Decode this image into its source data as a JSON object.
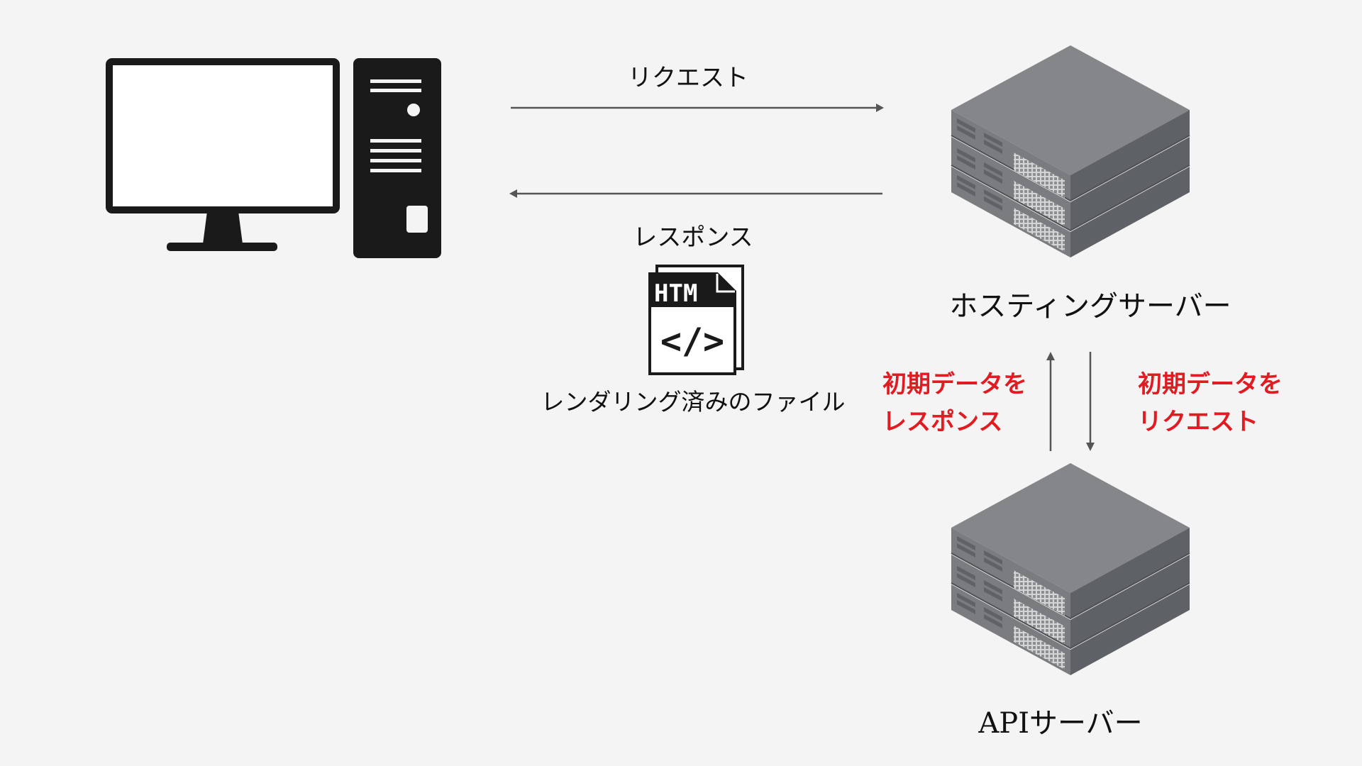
{
  "arrows": {
    "request_label": "リクエスト",
    "response_label": "レスポンス"
  },
  "file": {
    "badge_text": "HTM",
    "code_glyph": "</>",
    "caption": "レンダリング済みのファイル"
  },
  "hosting_server": {
    "label": "ホスティングサーバー"
  },
  "api_server": {
    "label": "APIサーバー"
  },
  "api_exchange": {
    "left_line1": "初期データを",
    "left_line2": "レスポンス",
    "right_line1": "初期データを",
    "right_line2": "リクエスト"
  },
  "colors": {
    "background": "#f4f4f4",
    "ink": "#1a1a1a",
    "accent_red": "#e01b22",
    "server_top": "#85868a",
    "server_left": "#7a7c80",
    "server_right": "#5e6166"
  }
}
